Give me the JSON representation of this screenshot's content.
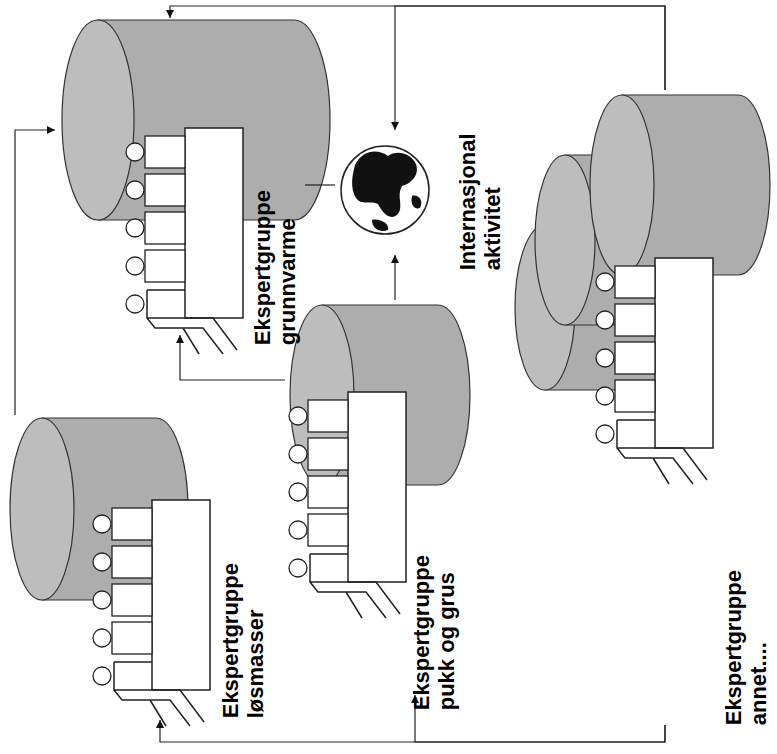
{
  "diagram": {
    "nodes": [
      {
        "text": [
          "Ekspertgruppe løsmasser"
        ]
      },
      {
        "text": [
          "Ekspertgruppe pukk og grus"
        ]
      },
      {
        "text": [
          "Ekspertgruppe grunnvarme"
        ]
      },
      {
        "text": [
          "Internasjonal aktivitet"
        ]
      },
      {
        "text": [
          "Ekspertgruppe annet...."
        ]
      }
    ],
    "edges": [
      {
        "from": 0,
        "to": 2,
        "arrow": "to"
      },
      {
        "from": 1,
        "to": 2,
        "arrow": "to"
      },
      {
        "from": 1,
        "to": 3,
        "arrow": "to"
      },
      {
        "from": 2,
        "to": 3,
        "arrow": "none"
      },
      {
        "from": 4,
        "to": 2,
        "arrow": "to"
      },
      {
        "from": 4,
        "to": 3,
        "arrow": "to"
      },
      {
        "from": 4,
        "to": 1,
        "arrow": "to"
      },
      {
        "from": 4,
        "to": 0,
        "arrow": "to"
      }
    ]
  }
}
